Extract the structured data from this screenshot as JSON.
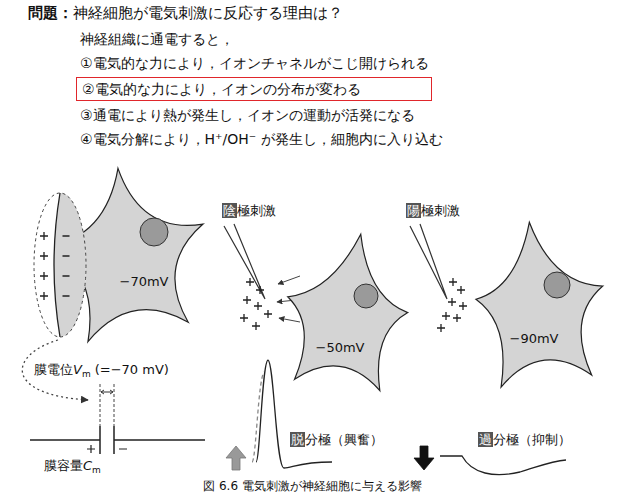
{
  "diagram": {
    "title": "神経細胞が電気刺激に反応する理由は？",
    "caption": "図 6.6 電気刺激が神経細胞に与える影響",
    "nodes": [
      {
        "text": [
          "②電気的な力により，イオンの分布が変わる"
        ]
      },
      {
        "text": [
          "−70mV"
        ]
      },
      {
        "text": [
          "−50mV"
        ]
      },
      {
        "text": [
          "−90mV"
        ]
      }
    ],
    "labels": [
      "問題：",
      "神経組織に通電すると，",
      "①電気的な力により，イオンチャネルがこじ開けられる",
      "③通電により熱が発生し，イオンの運動が活発になる",
      "④電気分解により，H⁺/OH⁻ が発生し，細胞内に入り込む",
      "陰",
      "極刺激",
      "陽",
      "極刺激",
      "膜電位",
      "V",
      "m",
      "(=−70 mV)",
      "脱",
      "分極（興奮）",
      "過",
      "分極（抑制）",
      "膜容量",
      "C",
      "m"
    ]
  }
}
